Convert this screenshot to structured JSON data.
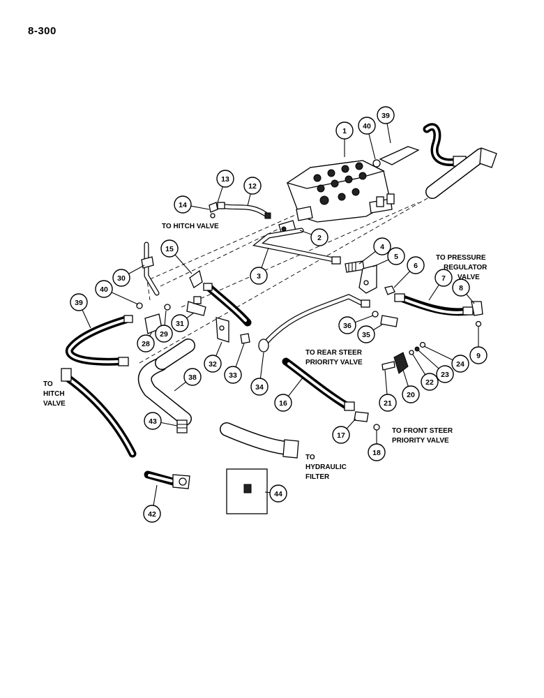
{
  "page_number": "8-300",
  "labels": {
    "to_hitch_valve_top": "TO HITCH VALVE",
    "to_pressure_1": "TO PRESSURE",
    "to_pressure_2": "REGULATOR",
    "to_pressure_3": "VALVE",
    "to_rear_1": "TO REAR STEER",
    "to_rear_2": "PRIORITY VALVE",
    "to_hitch_left_1": "TO",
    "to_hitch_left_2": "HITCH",
    "to_hitch_left_3": "VALVE",
    "to_front_1": "TO FRONT STEER",
    "to_front_2": "PRIORITY VALVE",
    "to_filter_1": "TO",
    "to_filter_2": "HYDRAULIC",
    "to_filter_3": "FILTER"
  },
  "callouts": [
    {
      "num": "1"
    },
    {
      "num": "2"
    },
    {
      "num": "3"
    },
    {
      "num": "4"
    },
    {
      "num": "5"
    },
    {
      "num": "6"
    },
    {
      "num": "7"
    },
    {
      "num": "8"
    },
    {
      "num": "9"
    },
    {
      "num": "12"
    },
    {
      "num": "13"
    },
    {
      "num": "14"
    },
    {
      "num": "15"
    },
    {
      "num": "16"
    },
    {
      "num": "17"
    },
    {
      "num": "18"
    },
    {
      "num": "20"
    },
    {
      "num": "21"
    },
    {
      "num": "22"
    },
    {
      "num": "23"
    },
    {
      "num": "24"
    },
    {
      "num": "28"
    },
    {
      "num": "29"
    },
    {
      "num": "30"
    },
    {
      "num": "31"
    },
    {
      "num": "32"
    },
    {
      "num": "33"
    },
    {
      "num": "34"
    },
    {
      "num": "35"
    },
    {
      "num": "36"
    },
    {
      "num": "38"
    },
    {
      "num": "39"
    },
    {
      "num": "40"
    },
    {
      "num": "39"
    },
    {
      "num": "40"
    },
    {
      "num": "42"
    },
    {
      "num": "43"
    },
    {
      "num": "44"
    }
  ]
}
